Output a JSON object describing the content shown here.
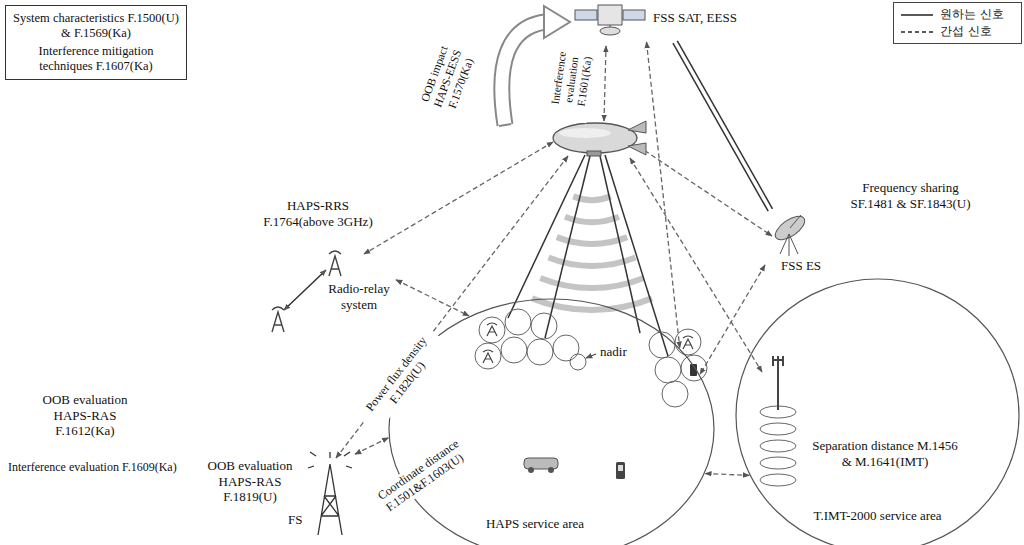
{
  "diagram": {
    "nodes": [
      {
        "text": [
          "System characteristics F.1500(U) & F.1569(Ka)",
          "Interference mitigation techniques F.1607(Ka)"
        ]
      },
      {
        "text": [
          "FSS SAT, EESS"
        ]
      },
      {
        "text": [
          "FSS ES"
        ]
      },
      {
        "text": [
          "Radio-relay system"
        ]
      },
      {
        "text": [
          "FS"
        ]
      },
      {
        "text": [
          "HAPS service area"
        ]
      },
      {
        "text": [
          "Separation distance M.1456 & M.1641(IMT)",
          "T.IMT-2000 service area"
        ]
      }
    ],
    "edges": [
      {
        "from": 2,
        "to": 1,
        "arrow": "none"
      },
      {
        "from": 1,
        "to": 5,
        "arrow": "both"
      },
      {
        "from": 2,
        "to": 5,
        "arrow": "both"
      },
      {
        "from": 3,
        "to": 5,
        "arrow": "both"
      },
      {
        "from": 4,
        "to": 5,
        "arrow": "both",
        "label": "Coordinate distance F.1501&F.1603(U)"
      },
      {
        "from": 5,
        "to": 6,
        "arrow": "both"
      }
    ],
    "labels": [
      "OOB impact HAPS-EESS F.1570(Ka)",
      "Interference evaluation F.1601(Ka)",
      "Frequency sharing SF.1481 & SF.1843(U)",
      "HAPS-RRS F.1764(above 3GHz)",
      "Power flux density F.1820(U)",
      "nadir",
      "OOB evaluation HAPS-RAS F.1612(Ka)",
      "Interference evaluation F.1609(Ka)",
      "OOB evaluation HAPS-RAS F.1819(U)"
    ],
    "legend": [
      {
        "text": "원하는 신호"
      },
      {
        "text": "간섭 신호"
      }
    ]
  }
}
